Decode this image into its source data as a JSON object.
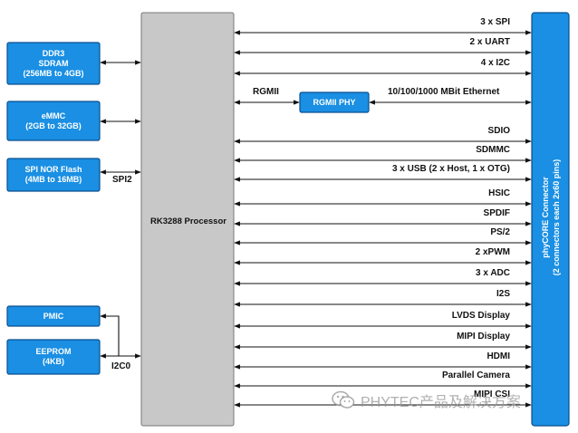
{
  "colors": {
    "blue_box": "#1a8fe3",
    "blue_border": "#0b4f8f",
    "processor_fill": "#c8c8c8",
    "line": "#111111"
  },
  "processor": {
    "label": "RK3288 Processor"
  },
  "connector": {
    "line1": "phyCORE Connector",
    "line2": "(2 connectors each 2x60 pins)"
  },
  "left_boxes": {
    "ddr3": {
      "line1": "DDR3",
      "line2": "SDRAM",
      "line3": "(256MB to 4GB)"
    },
    "emmc": {
      "line1": "eMMC",
      "line2": "(2GB to 32GB)"
    },
    "spi_nor": {
      "line1": "SPI NOR Flash",
      "line2": "(4MB to 16MB)"
    },
    "pmic": {
      "line1": "PMIC"
    },
    "eeprom": {
      "line1": "EEPROM",
      "line2": "(4KB)"
    }
  },
  "left_labels": {
    "spi2": "SPI2",
    "i2c0": "I2C0"
  },
  "rgmii": {
    "label": "RGMII",
    "phy": "RGMII PHY",
    "ethernet": "10/100/1000 MBit Ethernet"
  },
  "interfaces": [
    "3 x SPI",
    "2 x UART",
    "4 x I2C",
    "SDIO",
    "SDMMC",
    "3 x USB (2 x Host, 1 x OTG)",
    "HSIC",
    "SPDIF",
    "PS/2",
    "2 xPWM",
    "3 x ADC",
    "I2S",
    "LVDS Display",
    "MIPI Display",
    "HDMI",
    "Parallel Camera",
    "MIPI CSI"
  ],
  "watermark": {
    "text": "PHYTEC产品及解决方案",
    "icon": "wechat-icon"
  }
}
